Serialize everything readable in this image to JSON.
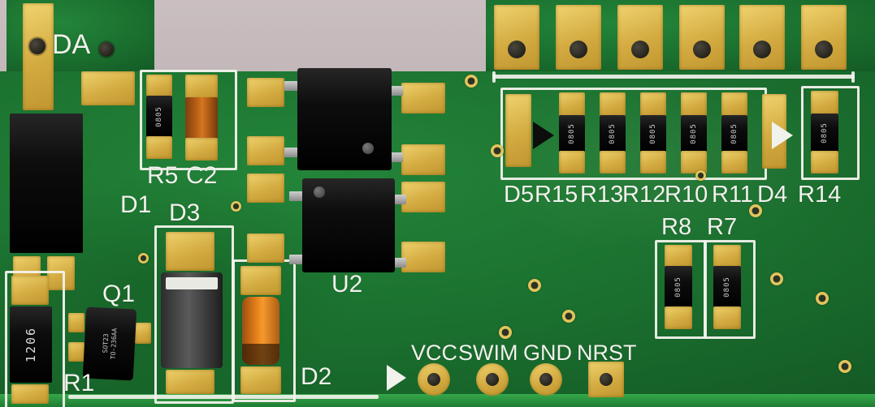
{
  "labels": {
    "da": "DA",
    "r5": "R5",
    "c2": "C2",
    "d1": "D1",
    "d3": "D3",
    "q1": "Q1",
    "r1": "R1",
    "d2": "D2",
    "u2": "U2",
    "d5": "D5",
    "r15": "R15",
    "r13": "R13",
    "r12": "R12",
    "r10": "R10",
    "r11": "R11",
    "d4": "D4",
    "r14": "R14",
    "r8": "R8",
    "r7": "R7"
  },
  "connector": {
    "vcc": "VCC",
    "swim": "SWIM",
    "gnd": "GND",
    "nrst": "NRST"
  },
  "markings": {
    "r5": "0805",
    "r15": "0805",
    "r13": "0805",
    "r12": "0805",
    "r10": "0805",
    "r11": "0805",
    "r14": "0805",
    "r8": "0805",
    "r7": "0805",
    "r1": "1206",
    "q1_line1": "SOT23",
    "q1_line2": "TO-236AA"
  },
  "colors": {
    "pcb_green": "#1a6e2e",
    "pcb_green_dark": "#11511f",
    "pcb_edge_green": "#2f9c43",
    "pad_gold": "#d9b64c",
    "background_gray": "#b6a9ac",
    "component_black": "#0d0d0d",
    "capacitor_orange": "#c3651a",
    "tantalum_orange": "#e88220",
    "silkscreen_white": "#f2f2ec"
  }
}
